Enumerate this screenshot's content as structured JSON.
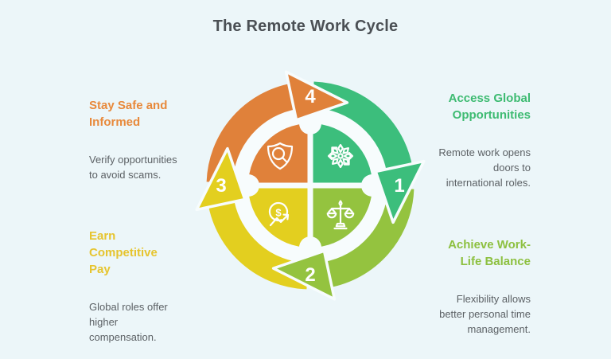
{
  "title": "The Remote Work Cycle",
  "title_color": "#4B5055",
  "background_color": "#ECF6F9",
  "body_text_color": "#5C6165",
  "diagram": {
    "type": "circular-cycle",
    "ring_gap_color": "#F7FCFD",
    "number_color": "#FFFFFF"
  },
  "steps": [
    {
      "number": "1",
      "position": "top-right",
      "heading": "Access Global\nOpportunities",
      "body": "Remote work opens\ndoors to\ninternational roles.",
      "heading_color": "#3EBB72",
      "arc_color": "#3CBE7C",
      "icon": "ornament-globe-icon",
      "arrow_direction": "down"
    },
    {
      "number": "2",
      "position": "bottom-right",
      "heading": "Achieve Work-\nLife Balance",
      "body": "Flexibility allows\nbetter personal time\nmanagement.",
      "heading_color": "#8DC040",
      "arc_color": "#94C33F",
      "icon": "balance-scales-icon",
      "arrow_direction": "left"
    },
    {
      "number": "3",
      "position": "bottom-left",
      "heading": "Earn\nCompetitive\nPay",
      "body": "Global roles offer\nhigher\ncompensation.",
      "heading_color": "#E6C42E",
      "arc_color": "#E3CF1F",
      "icon": "dollar-growth-icon",
      "arrow_direction": "up"
    },
    {
      "number": "4",
      "position": "top-left",
      "heading": "Stay Safe and\nInformed",
      "body": "Verify opportunities\nto avoid scams.",
      "heading_color": "#E8893B",
      "arc_color": "#E0813A",
      "icon": "shield-search-icon",
      "arrow_direction": "right"
    }
  ]
}
